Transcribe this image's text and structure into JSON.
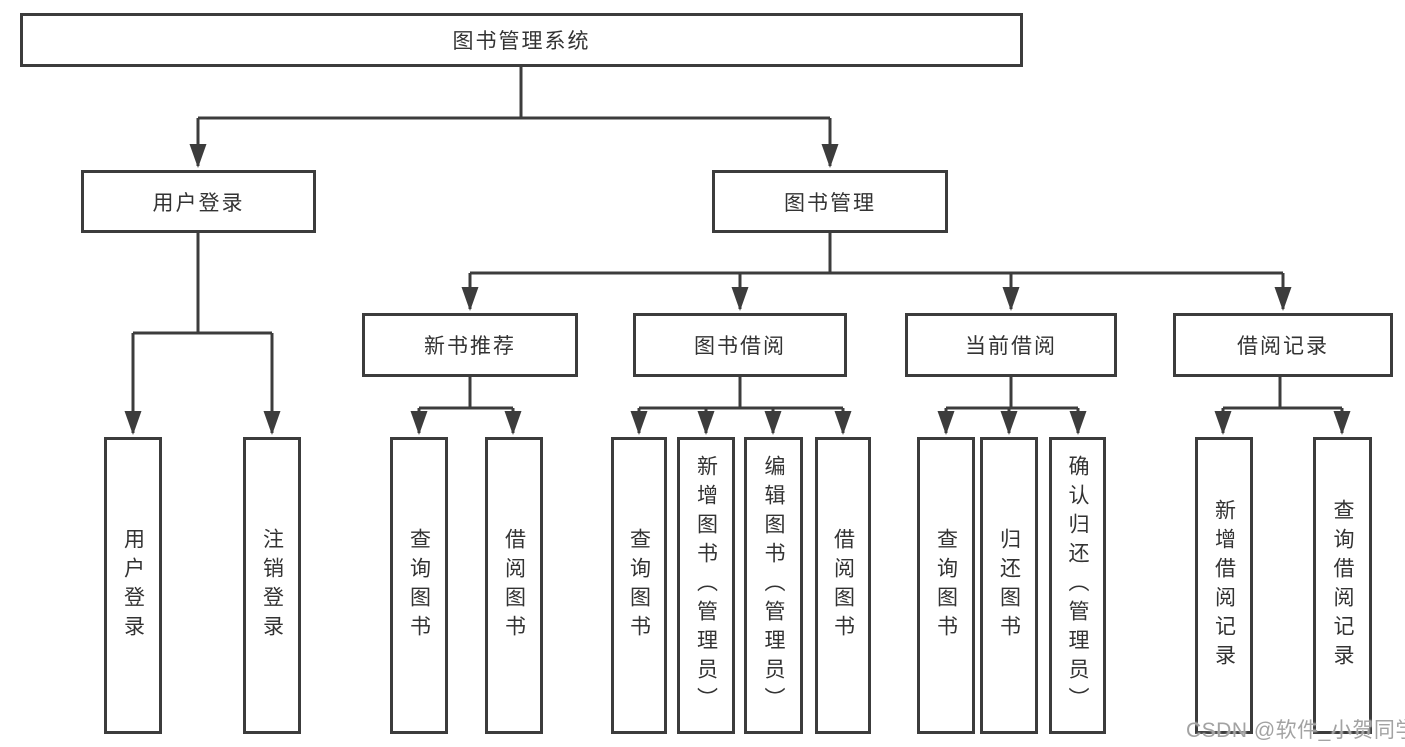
{
  "tree": {
    "root": {
      "label": "图书管理系统",
      "children": [
        {
          "label": "用户登录",
          "children": [
            {
              "label": "用户登录"
            },
            {
              "label": "注销登录"
            }
          ]
        },
        {
          "label": "图书管理",
          "children": [
            {
              "label": "新书推荐",
              "children": [
                {
                  "label": "查询图书"
                },
                {
                  "label": "借阅图书"
                }
              ]
            },
            {
              "label": "图书借阅",
              "children": [
                {
                  "label": "查询图书"
                },
                {
                  "label": "新增图书（管理员）"
                },
                {
                  "label": "编辑图书（管理员）"
                },
                {
                  "label": "借阅图书"
                }
              ]
            },
            {
              "label": "当前借阅",
              "children": [
                {
                  "label": "查询图书"
                },
                {
                  "label": "归还图书"
                },
                {
                  "label": "确认归还（管理员）"
                }
              ]
            },
            {
              "label": "借阅记录",
              "children": [
                {
                  "label": "新增借阅记录"
                },
                {
                  "label": "查询借阅记录"
                }
              ]
            }
          ]
        }
      ]
    }
  },
  "watermark": "CSDN @软件_小贺同学",
  "colors": {
    "line": "#3c3c3c",
    "box_border": "#3c3c3c",
    "text": "#333333",
    "watermark": "#a3a3a3",
    "background": "#ffffff"
  }
}
